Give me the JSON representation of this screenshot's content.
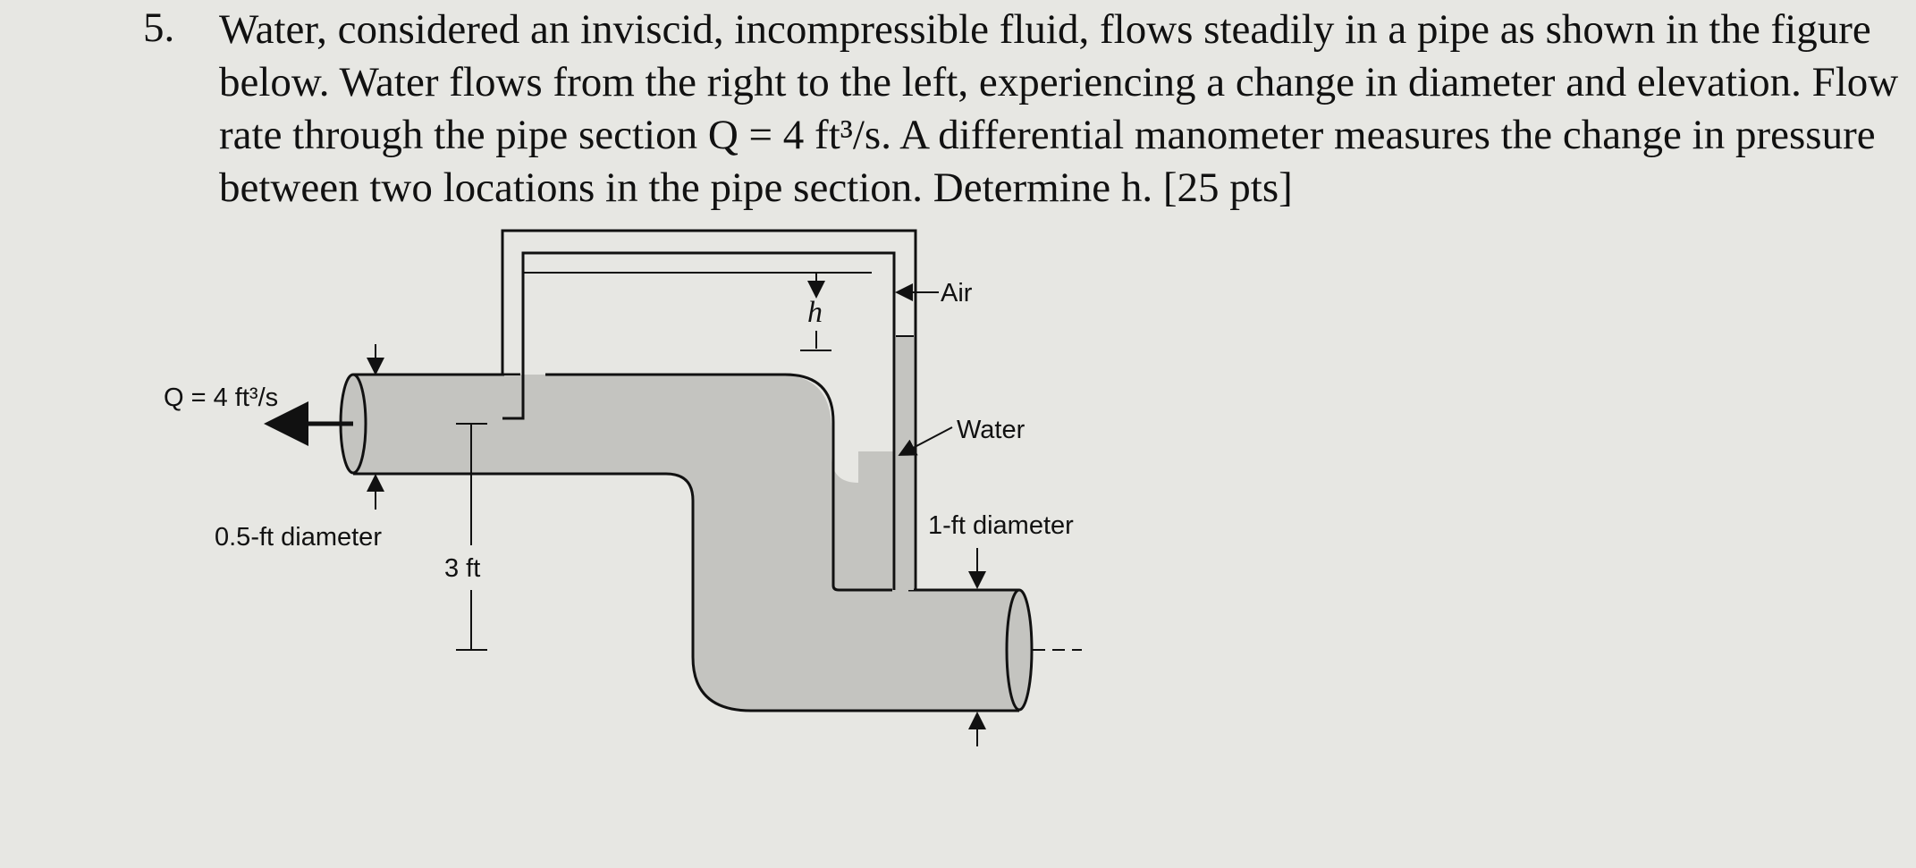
{
  "problem": {
    "number": "5.",
    "text": "Water, considered an inviscid, incompressible fluid, flows steadily in a pipe as shown in the figure below. Water flows from the right to the left, experiencing a change in diameter and elevation. Flow rate through the pipe section Q = 4 ft³/s. A differential manometer measures the change in pressure between two locations in the pipe section. Determine h. [25 pts]"
  },
  "figure": {
    "flow_label": "Q = 4 ft³/s",
    "left_diameter_label": "0.5-ft diameter",
    "right_diameter_label": "1-ft diameter",
    "elevation_label": "3 ft",
    "h_label": "h",
    "air_label": "Air",
    "water_label": "Water"
  },
  "colors": {
    "water_fill": "#c4c4c0",
    "pipe_outline": "#111111",
    "paper": "#e7e7e3"
  }
}
